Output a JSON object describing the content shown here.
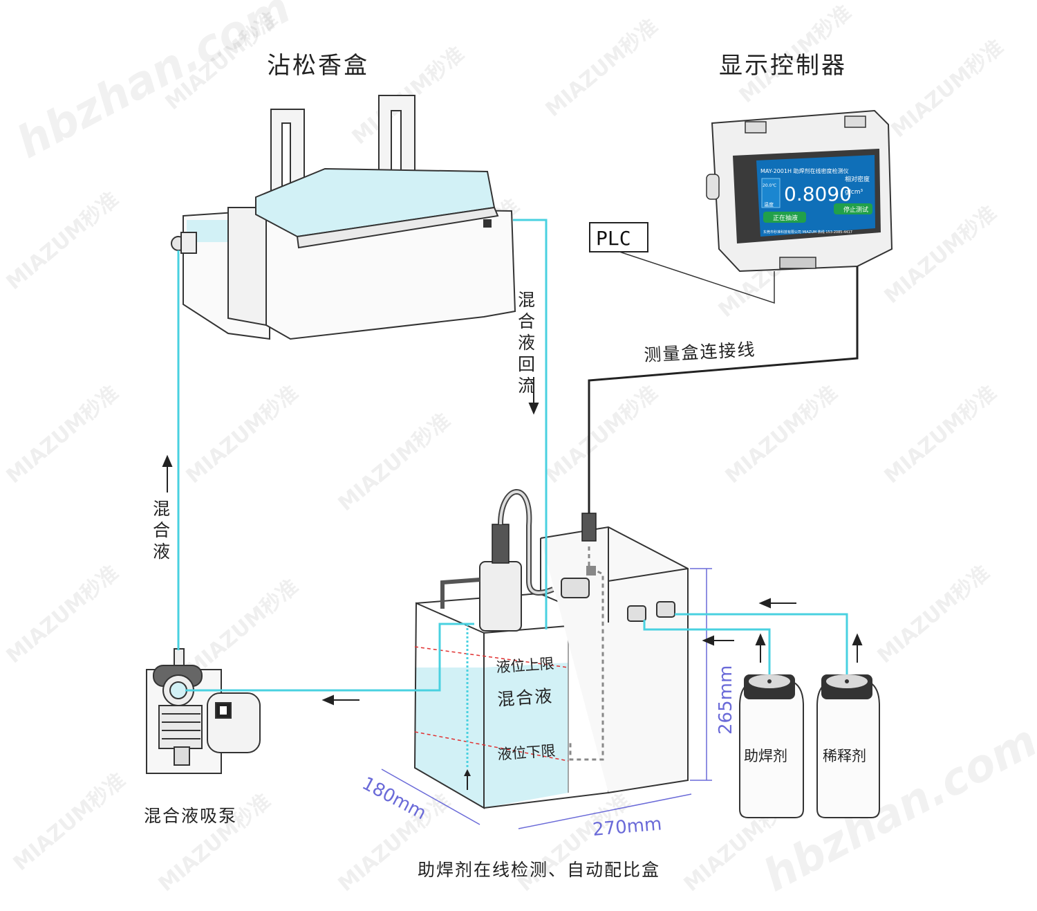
{
  "titles": {
    "rosin_box": "沾松香盒",
    "controller": "显示控制器",
    "pump": "混合液吸泵",
    "mixing_box": "助焊剂在线检测、自动配比盒"
  },
  "labels": {
    "plc": "PLC",
    "connection_cable": "测量盒连接线",
    "return_flow": "混合液回流",
    "mix_up": "混合液",
    "level_upper": "液位上限",
    "mix_liquid": "混合液",
    "level_lower": "液位下限",
    "flux": "助焊剂",
    "diluent": "稀释剂"
  },
  "dimensions": {
    "depth": "180mm",
    "width": "270mm",
    "height": "265mm"
  },
  "screen": {
    "header": "MAY-2001H 助焊剂在线密度检测仪",
    "temp": "20.0℃",
    "temp_label": "温度",
    "value": "0.8090",
    "value_label": "相对密度",
    "unit": "g/cm³",
    "btn_left": "正在抽液",
    "btn_right": "停止测试",
    "footer": "东莞市秒准科技有限公司 MIAZUM 热线 153-2085-4417"
  },
  "watermarks": {
    "brand": "MIAZUM秒准",
    "site": "hbzhan.com"
  },
  "colors": {
    "pipe": "#49d1e0",
    "dimension": "#6a6ad8",
    "liquid": "#d2f1f6",
    "level_dash": "#e03030"
  }
}
